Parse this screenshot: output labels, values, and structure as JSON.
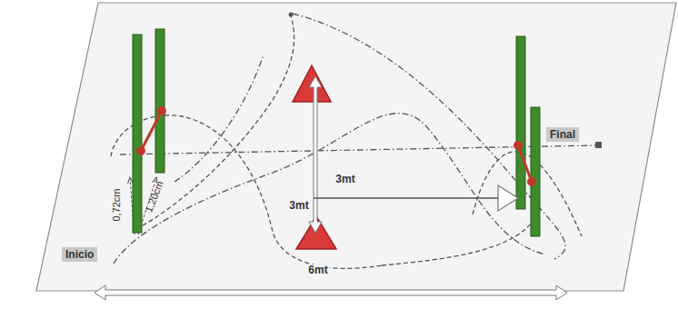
{
  "diagram": {
    "nodes": [
      {
        "text": [
          "Inicio"
        ]
      },
      {
        "text": [
          "Final"
        ]
      }
    ],
    "labels": [
      "0,72cm",
      "1,20cm",
      "3mt",
      "3mt",
      "6mt"
    ]
  }
}
